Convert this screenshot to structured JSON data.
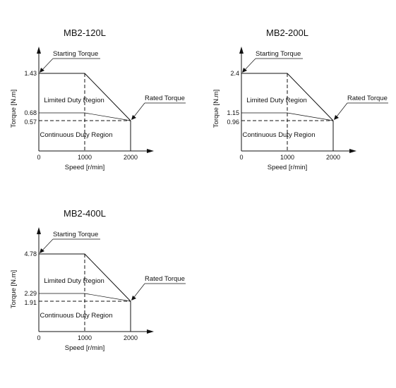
{
  "chart_data": [
    {
      "type": "line",
      "title": "MB2-120L",
      "xlabel": "Speed [r/min]",
      "ylabel": "Torque [N.m]",
      "x_ticks": [
        "0",
        "1000",
        "2000"
      ],
      "y_ticks": [
        "1.43",
        "0.68",
        "0.57"
      ],
      "starting_torque": 1.43,
      "limited_upper_at_rated_speed": 0.68,
      "rated_torque": 0.57,
      "rated_speed": 1000,
      "max_speed": 2000,
      "annotations": {
        "starting": "Starting Torque",
        "rated": "Rated Torque",
        "limited": "Limited Duty Region",
        "continuous": "Continuous Duty Region"
      }
    },
    {
      "type": "line",
      "title": "MB2-200L",
      "xlabel": "Speed [r/min]",
      "ylabel": "Torque [N.m]",
      "x_ticks": [
        "0",
        "1000",
        "2000"
      ],
      "y_ticks": [
        "2.4",
        "1.15",
        "0.96"
      ],
      "starting_torque": 2.4,
      "limited_upper_at_rated_speed": 1.15,
      "rated_torque": 0.96,
      "rated_speed": 1000,
      "max_speed": 2000,
      "annotations": {
        "starting": "Starting Torque",
        "rated": "Rated Torque",
        "limited": "Limited Duty Region",
        "continuous": "Continuous Duty Region"
      }
    },
    {
      "type": "line",
      "title": "MB2-400L",
      "xlabel": "Speed [r/min]",
      "ylabel": "Torque [N.m]",
      "x_ticks": [
        "0",
        "1000",
        "2000"
      ],
      "y_ticks": [
        "4.78",
        "2.29",
        "1.91"
      ],
      "starting_torque": 4.78,
      "limited_upper_at_rated_speed": 2.29,
      "rated_torque": 1.91,
      "rated_speed": 1000,
      "max_speed": 2000,
      "annotations": {
        "starting": "Starting Torque",
        "rated": "Rated Torque",
        "limited": "Limited Duty Region",
        "continuous": "Continuous Duty Region"
      }
    }
  ]
}
